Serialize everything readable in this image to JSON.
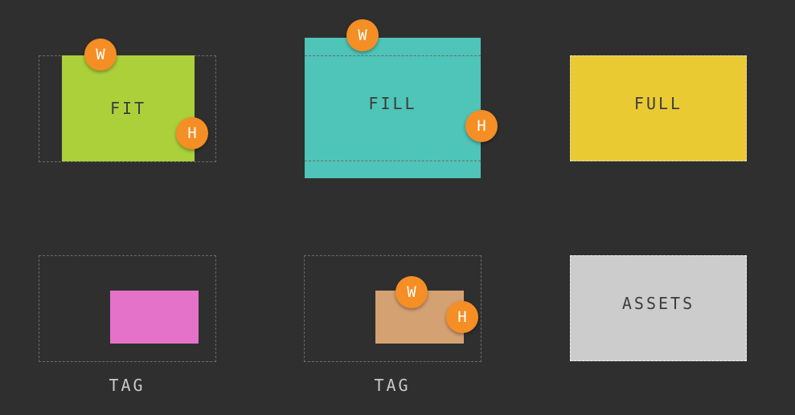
{
  "colors": {
    "background": "#2f2f2f",
    "dashed_frame": "#6a6a6a",
    "fit": "#acd03a",
    "fill": "#4ec5b8",
    "full": "#eaca33",
    "tag_pink": "#e472c8",
    "tag_tan": "#d4a173",
    "assets": "#cccccc",
    "badge": "#f58e24"
  },
  "panels": {
    "fit": {
      "label": "FIT"
    },
    "fill": {
      "label": "FILL"
    },
    "full": {
      "label": "FULL"
    },
    "assets": {
      "label": "ASSETS"
    }
  },
  "badges": {
    "width": "W",
    "height": "H"
  },
  "captions": {
    "tag_left": "TAG",
    "tag_center": "TAG"
  }
}
